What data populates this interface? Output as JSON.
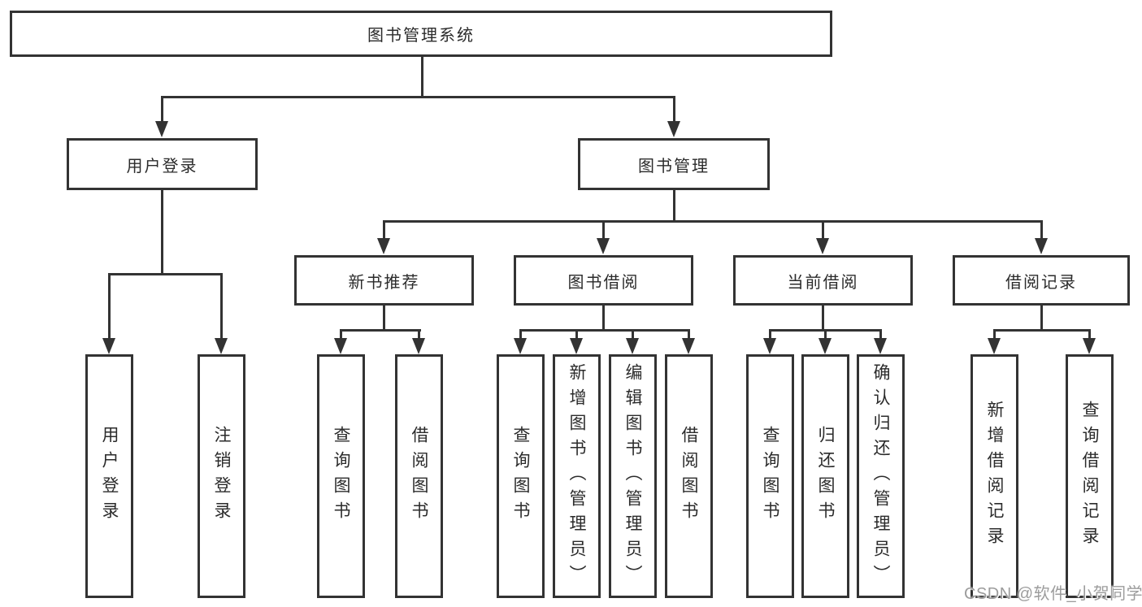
{
  "tree": {
    "root": {
      "label": "图书管理系统"
    },
    "user_login_branch": {
      "label": "用户登录",
      "children": [
        {
          "label": "用户登录"
        },
        {
          "label": "注销登录"
        }
      ]
    },
    "book_mgmt_branch": {
      "label": "图书管理",
      "children": [
        {
          "label": "新书推荐",
          "children": [
            {
              "label": "查询图书"
            },
            {
              "label": "借阅图书"
            }
          ]
        },
        {
          "label": "图书借阅",
          "children": [
            {
              "label": "查询图书"
            },
            {
              "label": "新增图书（管理员）"
            },
            {
              "label": "编辑图书（管理员）"
            },
            {
              "label": "借阅图书"
            }
          ]
        },
        {
          "label": "当前借阅",
          "children": [
            {
              "label": "查询图书"
            },
            {
              "label": "归还图书"
            },
            {
              "label": "确认归还（管理员）"
            }
          ]
        },
        {
          "label": "借阅记录",
          "children": [
            {
              "label": "新增借阅记录"
            },
            {
              "label": "查询借阅记录"
            }
          ]
        }
      ]
    }
  },
  "watermark": "CSDN @软件_小贺同学",
  "colors": {
    "background": "#ffffff",
    "line": "#333333",
    "box_border": "#333333",
    "box_fill": "#ffffff",
    "text": "#2b2b2b",
    "watermark_text": "#9c9c9c"
  }
}
